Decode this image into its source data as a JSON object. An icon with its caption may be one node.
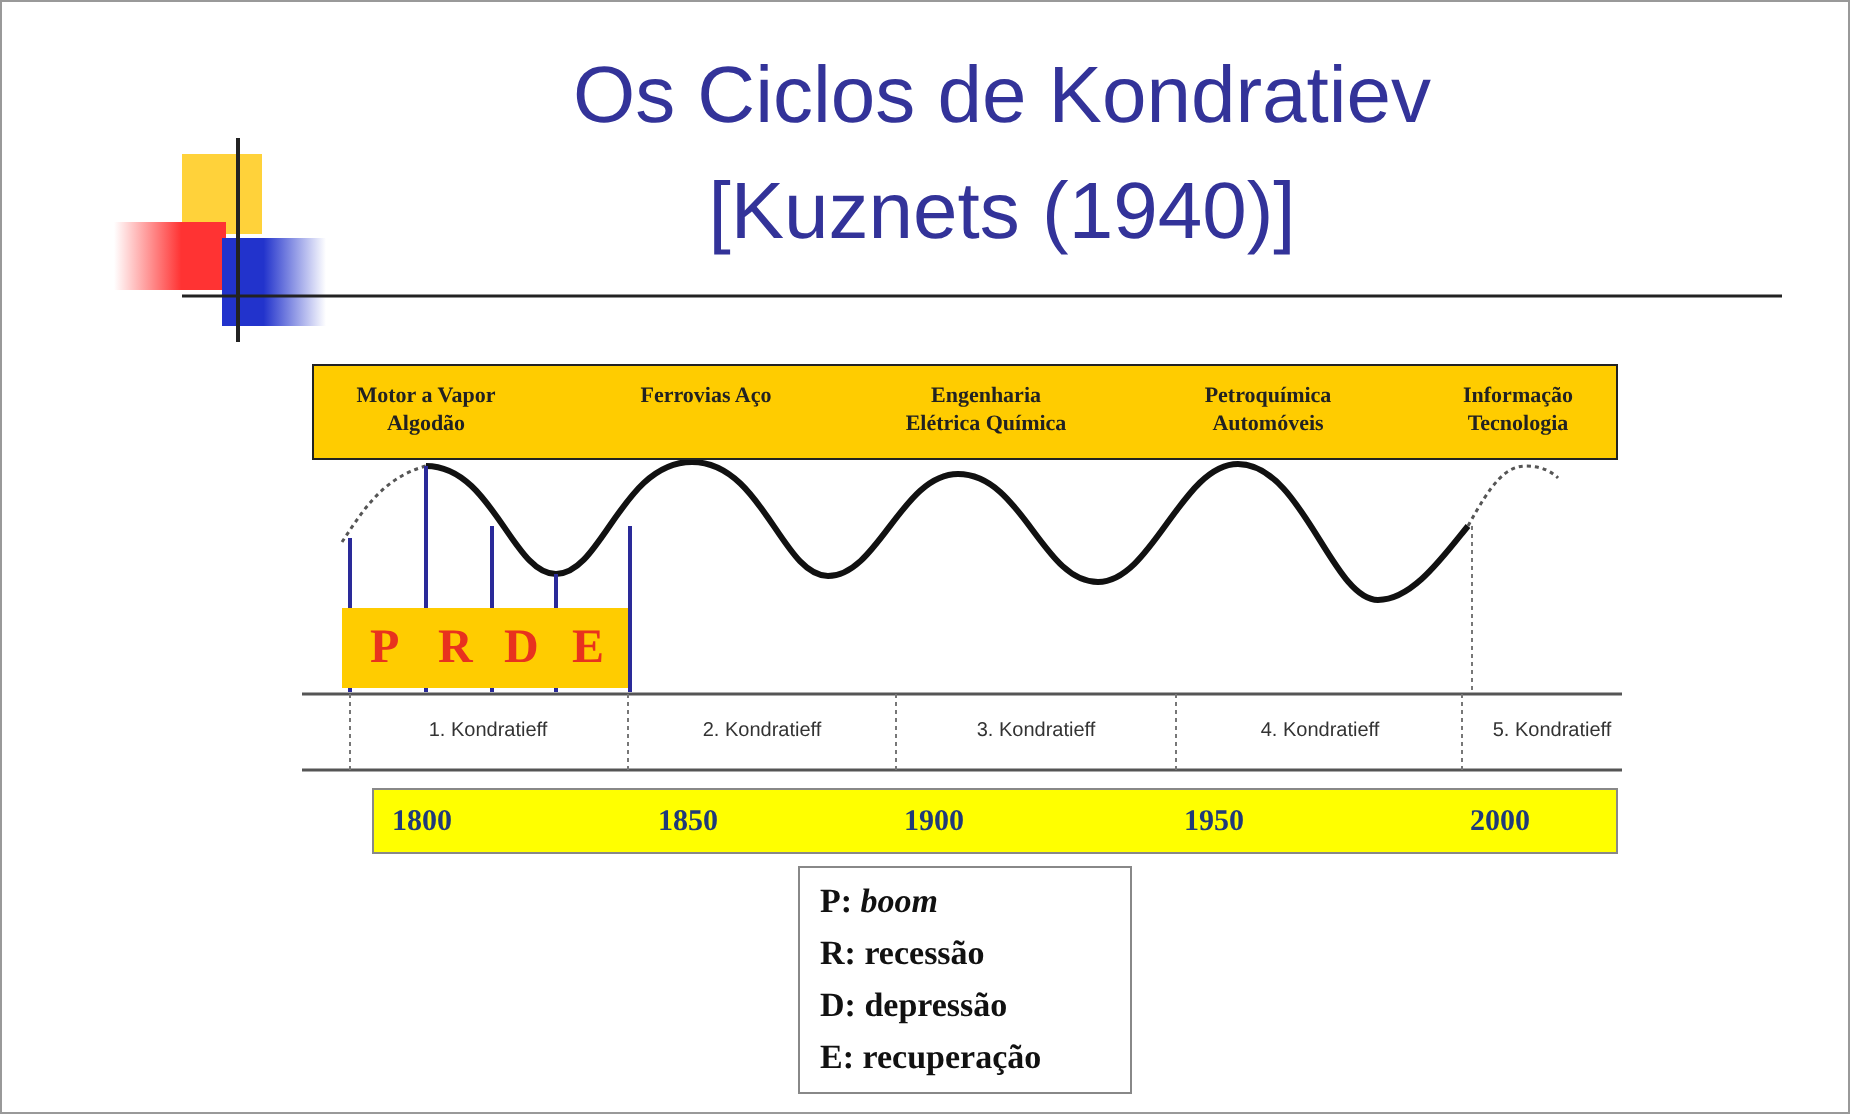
{
  "diagram": {
    "title": "Os Ciclos de Kondratiev [Kuznets (1940)]",
    "labels": [
      "Motor a Vapor Algodão",
      "Ferrovias Aço",
      "Engenharia Elétrica Química",
      "Petroquímica Automóveis",
      "Informação Tecnologia",
      "P",
      "R",
      "D",
      "E",
      "1. Kondratieff",
      "2. Kondratieff",
      "3. Kondratieff",
      "4. Kondratieff",
      "5. Kondratieff",
      "1800",
      "1850",
      "1900",
      "1950",
      "2000",
      "P: *boom*",
      "R: recessão",
      "D: depressão",
      "E: recuperação"
    ]
  }
}
